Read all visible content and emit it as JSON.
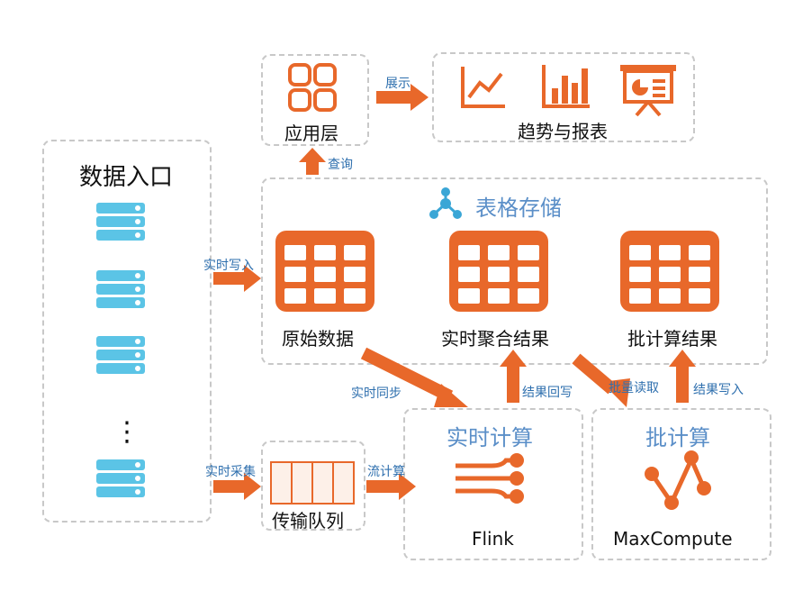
{
  "data_entry": {
    "title": "数据入口",
    "ellipsis": "⋮"
  },
  "app_layer": {
    "label": "应用层"
  },
  "trends": {
    "label": "趋势与报表"
  },
  "table_storage": {
    "title": "表格存储",
    "tables": [
      "原始数据",
      "实时聚合结果",
      "批计算结果"
    ]
  },
  "transport_queue": {
    "label": "传输队列"
  },
  "realtime_compute": {
    "title": "实时计算",
    "engine": "Flink"
  },
  "batch_compute": {
    "title": "批计算",
    "engine": "MaxCompute"
  },
  "arrows": {
    "display": "展示",
    "query": "查询",
    "realtime_write": "实时写入",
    "realtime_collect": "实时采集",
    "stream_compute": "流计算",
    "realtime_sync": "实时同步",
    "result_writeback": "结果回写",
    "batch_read": "批量读取",
    "result_write": "结果写入"
  },
  "colors": {
    "orange": "#e8682a",
    "server_blue": "#5bc4e6",
    "title_blue": "#5b8fc8",
    "arrow_label_blue": "#2e6fae",
    "dashed_border": "#c8c8c8"
  },
  "icons": {
    "app": "grid-apps-icon",
    "trend": "line-chart-icon",
    "bar": "bar-chart-icon",
    "presentation": "presentation-board-icon",
    "storage": "network-hub-icon",
    "table": "table-grid-icon",
    "server": "server-stack-icon",
    "flink": "flink-pipeline-icon",
    "maxcompute": "maxcompute-graph-icon"
  }
}
